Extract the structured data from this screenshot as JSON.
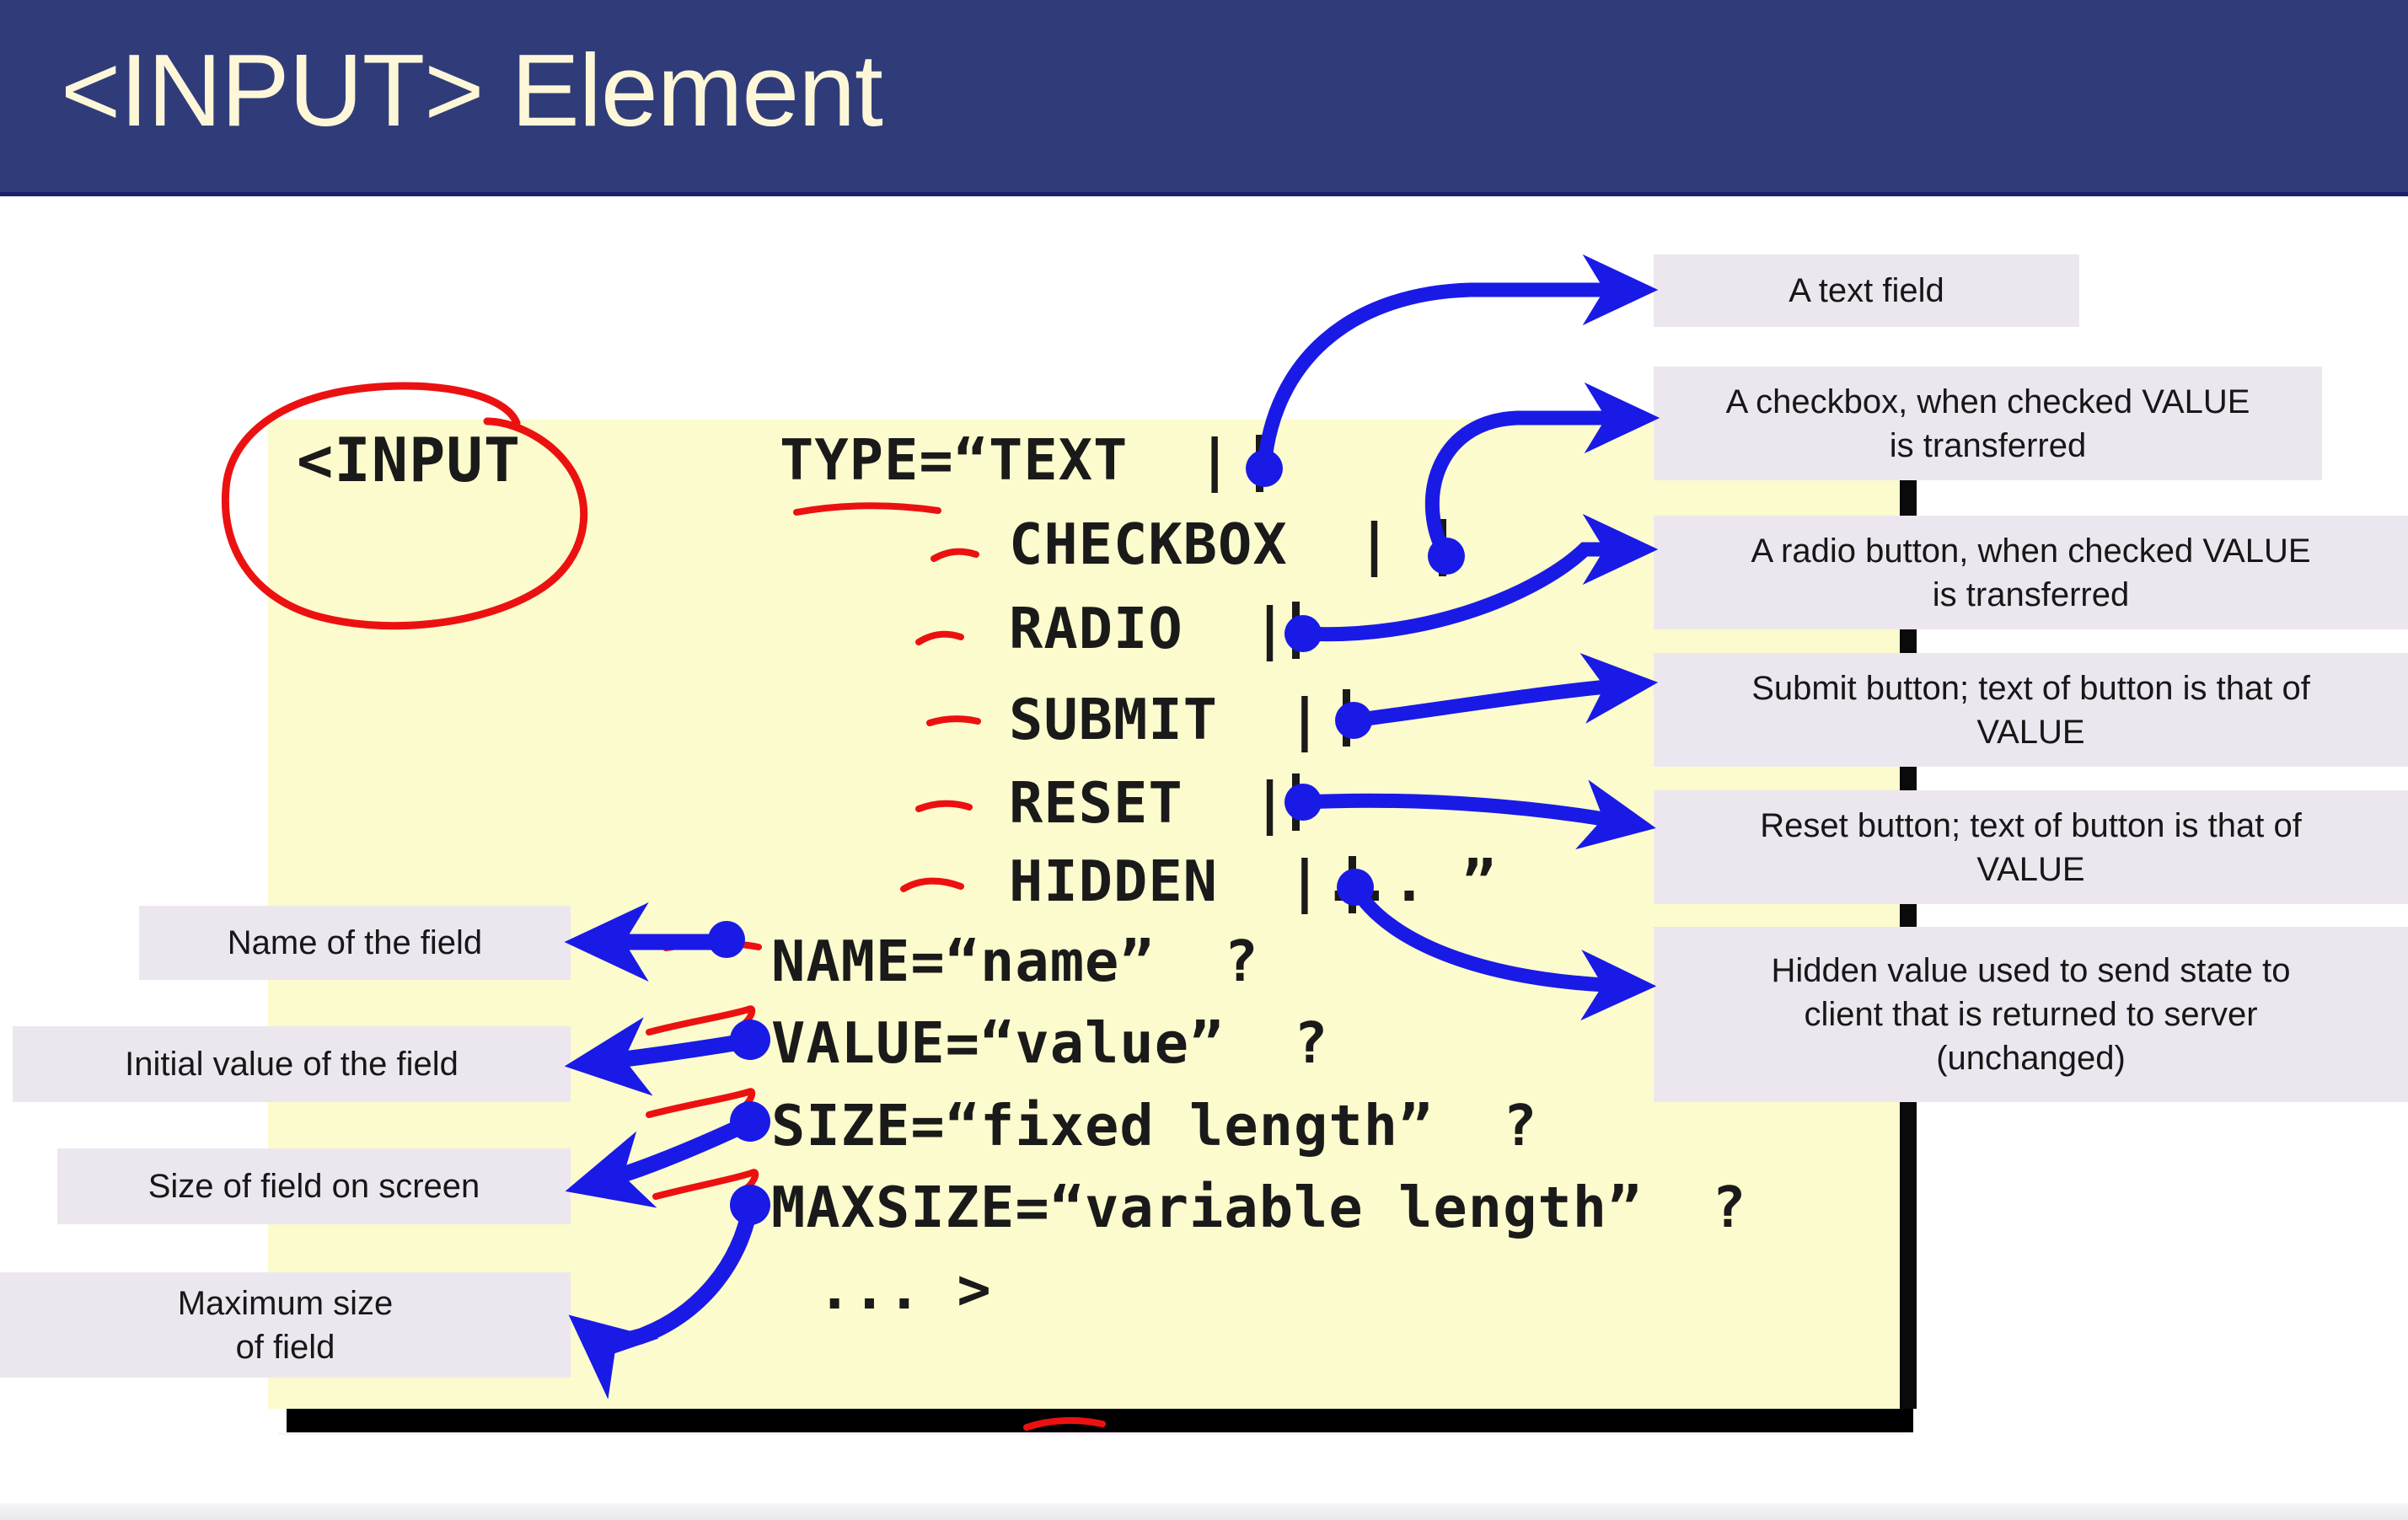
{
  "slide": {
    "title": "<INPUT> Element",
    "colors": {
      "title_bar": "#303c79",
      "title_bar_accent": "#1c1f6e",
      "title_text": "#fdf7d8",
      "code_panel": "#fbfbcd",
      "code_panel_shadow": "#000000",
      "callout_bg": "#ece7ef",
      "callout_text": "#171717",
      "arrow_blue": "#1a1ae6",
      "annotation_red": "#ec1111",
      "code_text": "#1a1a1a"
    }
  },
  "code": {
    "tag_open": "<INPUT",
    "lines": [
      {
        "id": "type-text",
        "text": "TYPE=“TEXT  |"
      },
      {
        "id": "checkbox",
        "text": "CHECKBOX  |"
      },
      {
        "id": "radio",
        "text": "RADIO  |"
      },
      {
        "id": "submit",
        "text": "SUBMIT  |"
      },
      {
        "id": "reset",
        "text": "RESET  |"
      },
      {
        "id": "hidden",
        "text": "HIDDEN  |... ”"
      },
      {
        "id": "name",
        "text": "NAME=“name”  ?"
      },
      {
        "id": "value",
        "text": "VALUE=“value”  ?"
      },
      {
        "id": "size",
        "text": "SIZE=“fixed length”  ?"
      },
      {
        "id": "maxsize",
        "text": "MAXSIZE=“variable length”  ?"
      },
      {
        "id": "ellipsis-close",
        "text": "... >"
      }
    ]
  },
  "callouts_right": [
    {
      "id": "text-field",
      "lines": [
        "A text field"
      ]
    },
    {
      "id": "checkbox",
      "lines": [
        "A checkbox, when checked VALUE",
        "is transferred"
      ]
    },
    {
      "id": "radio",
      "lines": [
        "A radio button, when checked VALUE",
        "is transferred"
      ]
    },
    {
      "id": "submit",
      "lines": [
        "Submit button; text of button is that of",
        "VALUE"
      ]
    },
    {
      "id": "reset",
      "lines": [
        "Reset button; text of button is that of",
        "VALUE"
      ]
    },
    {
      "id": "hidden",
      "lines": [
        "Hidden value used to send state to",
        "client that is returned to server",
        "(unchanged)"
      ]
    }
  ],
  "callouts_left": [
    {
      "id": "name",
      "lines": [
        "Name of the field"
      ]
    },
    {
      "id": "value",
      "lines": [
        "Initial value of the field"
      ]
    },
    {
      "id": "size",
      "lines": [
        "Size of field on screen"
      ]
    },
    {
      "id": "maxsize",
      "lines": [
        "Maximum size",
        "of field"
      ]
    }
  ]
}
